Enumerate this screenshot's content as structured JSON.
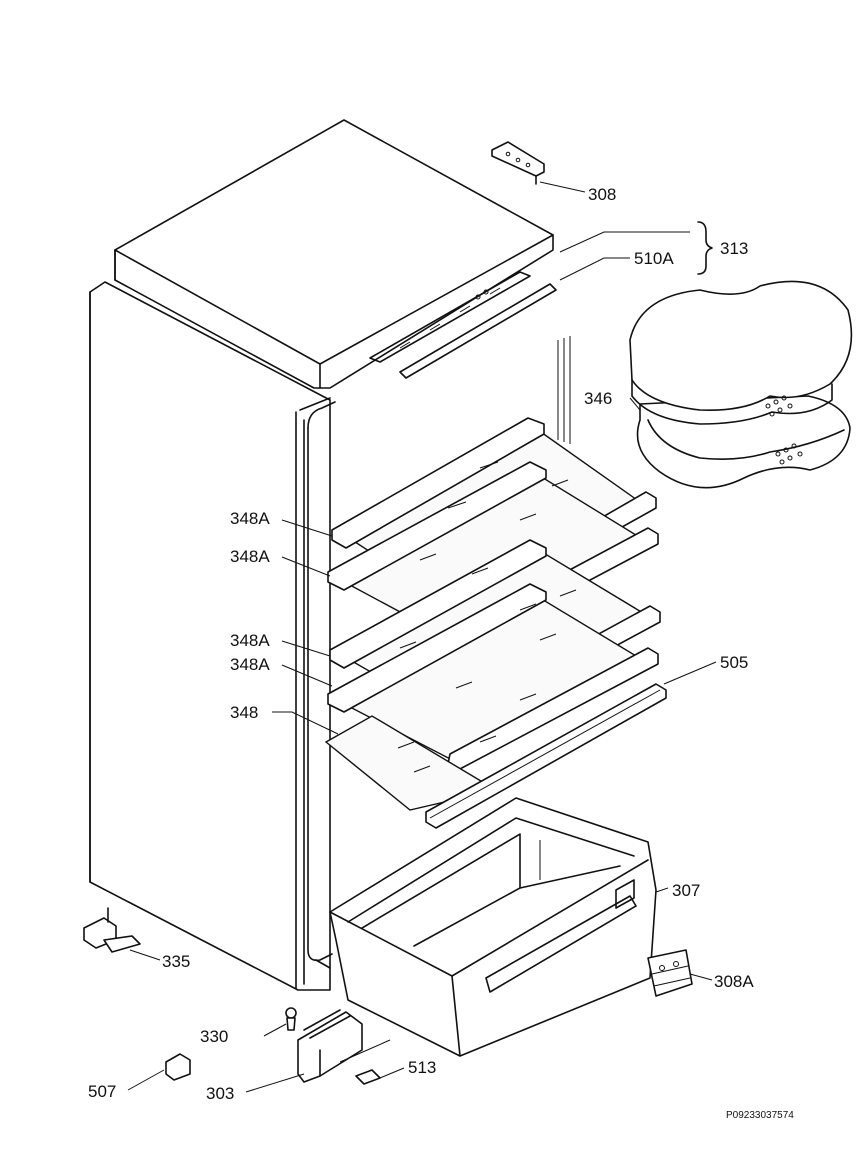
{
  "labels": {
    "p308": "308",
    "p313": "313",
    "p510A": "510A",
    "p346": "346",
    "p348A_1": "348A",
    "p348A_2": "348A",
    "p348A_3": "348A",
    "p348A_4": "348A",
    "p348": "348",
    "p505": "505",
    "p307": "307",
    "p335": "335",
    "p308A": "308A",
    "p330": "330",
    "p513": "513",
    "p507": "507",
    "p303": "303"
  },
  "reference_code": "P09233037574"
}
